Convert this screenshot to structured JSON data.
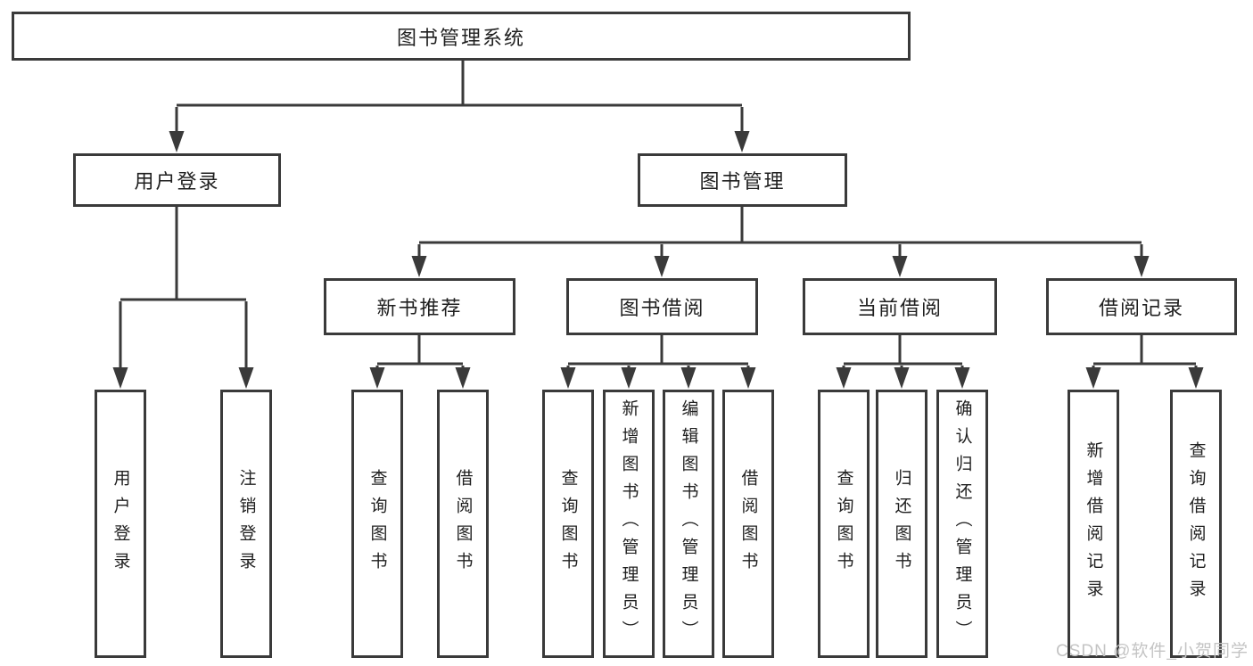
{
  "diagram": {
    "root": {
      "label": "图书管理系统"
    },
    "level2": [
      {
        "id": "user-login",
        "label": "用户登录"
      },
      {
        "id": "book-management",
        "label": "图书管理"
      }
    ],
    "level3": [
      {
        "id": "new-book-recommend",
        "label": "新书推荐"
      },
      {
        "id": "book-borrow",
        "label": "图书借阅"
      },
      {
        "id": "current-borrow",
        "label": "当前借阅"
      },
      {
        "id": "borrow-records",
        "label": "借阅记录"
      }
    ],
    "leaves": {
      "user_login": [
        {
          "label": "用户登录"
        },
        {
          "label": "注销登录"
        }
      ],
      "new_book": [
        {
          "label": "查询图书"
        },
        {
          "label": "借阅图书"
        }
      ],
      "book_borrow": [
        {
          "label": "查询图书"
        },
        {
          "label": "新增图书（管理员）"
        },
        {
          "label": "编辑图书（管理员）"
        },
        {
          "label": "借阅图书"
        }
      ],
      "current_borrow": [
        {
          "label": "查询图书"
        },
        {
          "label": "归还图书"
        },
        {
          "label": "确认归还（管理员）"
        }
      ],
      "records": [
        {
          "label": "新增借阅记录"
        },
        {
          "label": "查询借阅记录"
        }
      ]
    }
  },
  "watermark": {
    "text": "CSDN @软件_小贺同学",
    "color": "#c4c4c4"
  },
  "colors": {
    "line": "#3a3a3a",
    "box_border": "#3a3a3a",
    "text": "#1f1f1f",
    "background": "#ffffff"
  }
}
